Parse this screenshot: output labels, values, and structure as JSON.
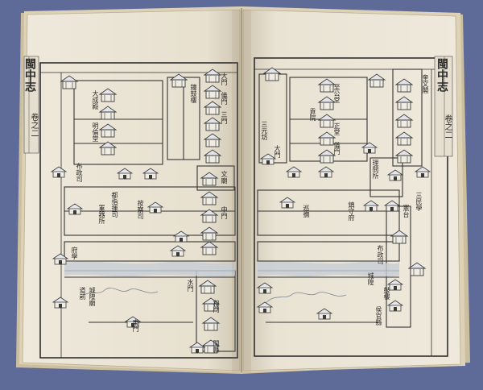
{
  "book": {
    "left_page": {
      "header_title": "閩中志",
      "header_volume": "卷之二",
      "labels": {
        "a1": "大門",
        "a2": "儀門",
        "a3": "三門",
        "a4": "鐘鼓樓",
        "a5": "大成殿",
        "a6": "明倫堂",
        "a7": "文廟",
        "a8": "中門",
        "a9": "軍器所",
        "a10": "布政司",
        "a11": "按察司",
        "a12": "都指揮司",
        "a13": "府學",
        "a14": "水門",
        "a15": "和門",
        "a16": "閩縣",
        "a17": "道前",
        "a18": "城隍廟",
        "a19": "東門"
      }
    },
    "right_page": {
      "header_title": "閩中志",
      "header_volume": "卷之二",
      "labels": {
        "b1": "奎文閣",
        "b2": "至公堂",
        "b3": "貢院",
        "b4": "正堂",
        "b5": "儀門",
        "b6": "大門",
        "b7": "三元坊",
        "b8": "理問所",
        "b9": "鎮守府",
        "b10": "三民學",
        "b11": "憲台",
        "b12": "巡撫",
        "b13": "布政司",
        "b14": "鼓樓",
        "b15": "城隍",
        "b16": "侯官縣"
      }
    }
  },
  "colors": {
    "background": "#5e6a98",
    "paper": "#f1ece0",
    "ink": "#2a2a2a",
    "wash": "#c6cdd6"
  }
}
